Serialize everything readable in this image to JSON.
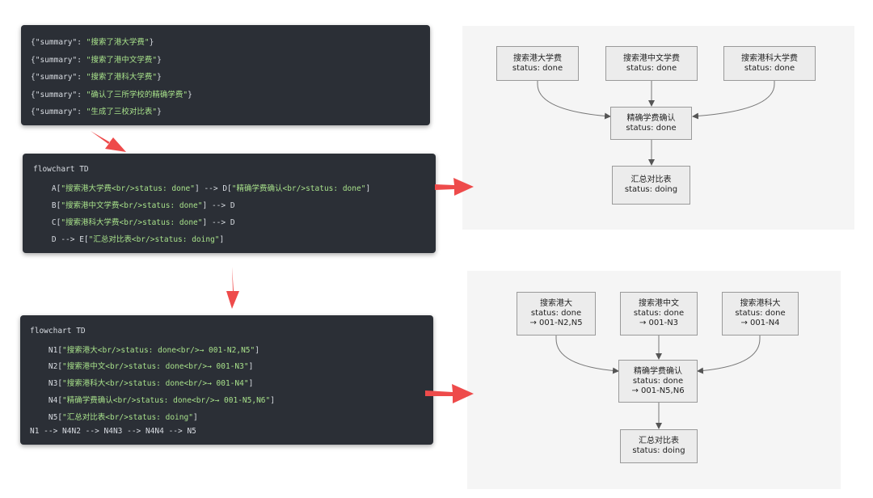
{
  "code1": {
    "lines": [
      [
        {
          "t": "{\"summary\": ",
          "c": "plain"
        },
        {
          "t": "\"搜索了港大学费\"",
          "c": "str"
        },
        {
          "t": "}",
          "c": "plain"
        }
      ],
      [
        {
          "t": "{\"summary\": ",
          "c": "plain"
        },
        {
          "t": "\"搜索了港中文学费\"",
          "c": "str"
        },
        {
          "t": "}",
          "c": "plain"
        }
      ],
      [
        {
          "t": "{\"summary\": ",
          "c": "plain"
        },
        {
          "t": "\"搜索了港科大学费\"",
          "c": "str"
        },
        {
          "t": "}",
          "c": "plain"
        }
      ],
      [
        {
          "t": "{\"summary\": ",
          "c": "plain"
        },
        {
          "t": "\"确认了三所学校的精确学费\"",
          "c": "str"
        },
        {
          "t": "}",
          "c": "plain"
        }
      ],
      [
        {
          "t": "{\"summary\": ",
          "c": "plain"
        },
        {
          "t": "\"生成了三校对比表\"",
          "c": "str"
        },
        {
          "t": "}",
          "c": "plain"
        }
      ]
    ]
  },
  "code2": {
    "lines": [
      [
        {
          "t": "flowchart TD",
          "c": "plain"
        }
      ],
      [
        {
          "t": "    A[",
          "c": "plain"
        },
        {
          "t": "\"搜索港大学费<br/>status: done\"",
          "c": "str"
        },
        {
          "t": "] --> D[",
          "c": "plain"
        },
        {
          "t": "\"精确学费确认<br/>status: done\"",
          "c": "str"
        },
        {
          "t": "]",
          "c": "plain"
        }
      ],
      [
        {
          "t": "    B[",
          "c": "plain"
        },
        {
          "t": "\"搜索港中文学费<br/>status: done\"",
          "c": "str"
        },
        {
          "t": "] --> D",
          "c": "plain"
        }
      ],
      [
        {
          "t": "    C[",
          "c": "plain"
        },
        {
          "t": "\"搜索港科大学费<br/>status: done\"",
          "c": "str"
        },
        {
          "t": "] --> D",
          "c": "plain"
        }
      ],
      [
        {
          "t": "    D --> E[",
          "c": "plain"
        },
        {
          "t": "\"汇总对比表<br/>status: doing\"",
          "c": "str"
        },
        {
          "t": "]",
          "c": "plain"
        }
      ]
    ]
  },
  "code3": {
    "lines": [
      [
        {
          "t": "flowchart TD",
          "c": "plain"
        }
      ],
      [
        {
          "t": "    N1[",
          "c": "plain"
        },
        {
          "t": "\"搜索港大<br/>status: done<br/>→ 001-N2,N5\"",
          "c": "str"
        },
        {
          "t": "]",
          "c": "plain"
        }
      ],
      [
        {
          "t": "    N2[",
          "c": "plain"
        },
        {
          "t": "\"搜索港中文<br/>status: done<br/>→ 001-N3\"",
          "c": "str"
        },
        {
          "t": "]",
          "c": "plain"
        }
      ],
      [
        {
          "t": "    N3[",
          "c": "plain"
        },
        {
          "t": "\"搜索港科大<br/>status: done<br/>→ 001-N4\"",
          "c": "str"
        },
        {
          "t": "]",
          "c": "plain"
        }
      ],
      [
        {
          "t": "    N4[",
          "c": "plain"
        },
        {
          "t": "\"精确学费确认<br/>status: done<br/>→ 001-N5,N6\"",
          "c": "str"
        },
        {
          "t": "]",
          "c": "plain"
        }
      ],
      [
        {
          "t": "    N5[",
          "c": "plain"
        },
        {
          "t": "\"汇总对比表<br/>status: doing\"",
          "c": "str"
        },
        {
          "t": "]",
          "c": "plain"
        }
      ],
      [
        {
          "t": "N1 --> N4N2 --> N4N3 --> N4N4 --> N5",
          "c": "plain"
        }
      ]
    ]
  },
  "diagram1": {
    "nodes": {
      "A": [
        "搜索港大学费",
        "status: done"
      ],
      "B": [
        "搜索港中文学费",
        "status: done"
      ],
      "C": [
        "搜索港科大学费",
        "status: done"
      ],
      "D": [
        "精确学费确认",
        "status: done"
      ],
      "E": [
        "汇总对比表",
        "status: doing"
      ]
    }
  },
  "diagram2": {
    "nodes": {
      "N1": [
        "搜索港大",
        "status: done",
        "→ 001-N2,N5"
      ],
      "N2": [
        "搜索港中文",
        "status: done",
        "→ 001-N3"
      ],
      "N3": [
        "搜索港科大",
        "status: done",
        "→ 001-N4"
      ],
      "N4": [
        "精确学费确认",
        "status: done",
        "→ 001-N5,N6"
      ],
      "N5": [
        "汇总对比表",
        "status: doing"
      ]
    }
  },
  "colors": {
    "code_bg": "#2b2f36",
    "code_text": "#d8dce2",
    "code_string": "#a7e08a",
    "arrow": "#ee4b4b",
    "node_bg": "#ececec",
    "node_border": "#9a9a9a",
    "edge": "#777777",
    "panel_bg": "#f5f5f5"
  }
}
